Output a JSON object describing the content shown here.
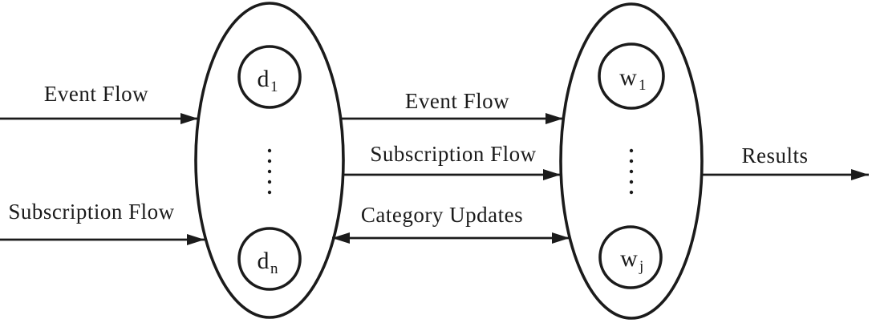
{
  "colors": {
    "ink": "#1b1b1b",
    "background": "#ffffff"
  },
  "arrows": {
    "input_event_flow": {
      "label": "Event Flow"
    },
    "input_subscription_flow": {
      "label": "Subscription Flow"
    },
    "mid_event_flow": {
      "label": "Event Flow"
    },
    "mid_subscription_flow": {
      "label": "Subscription Flow"
    },
    "category_updates": {
      "label": "Category Updates"
    },
    "results": {
      "label": "Results"
    }
  },
  "nodes": {
    "d1": {
      "base": "d",
      "sub": "1"
    },
    "dn": {
      "base": "d",
      "sub": "n"
    },
    "w1": {
      "base": "w",
      "sub": "1"
    },
    "wj": {
      "base": "w",
      "sub": "j"
    }
  }
}
